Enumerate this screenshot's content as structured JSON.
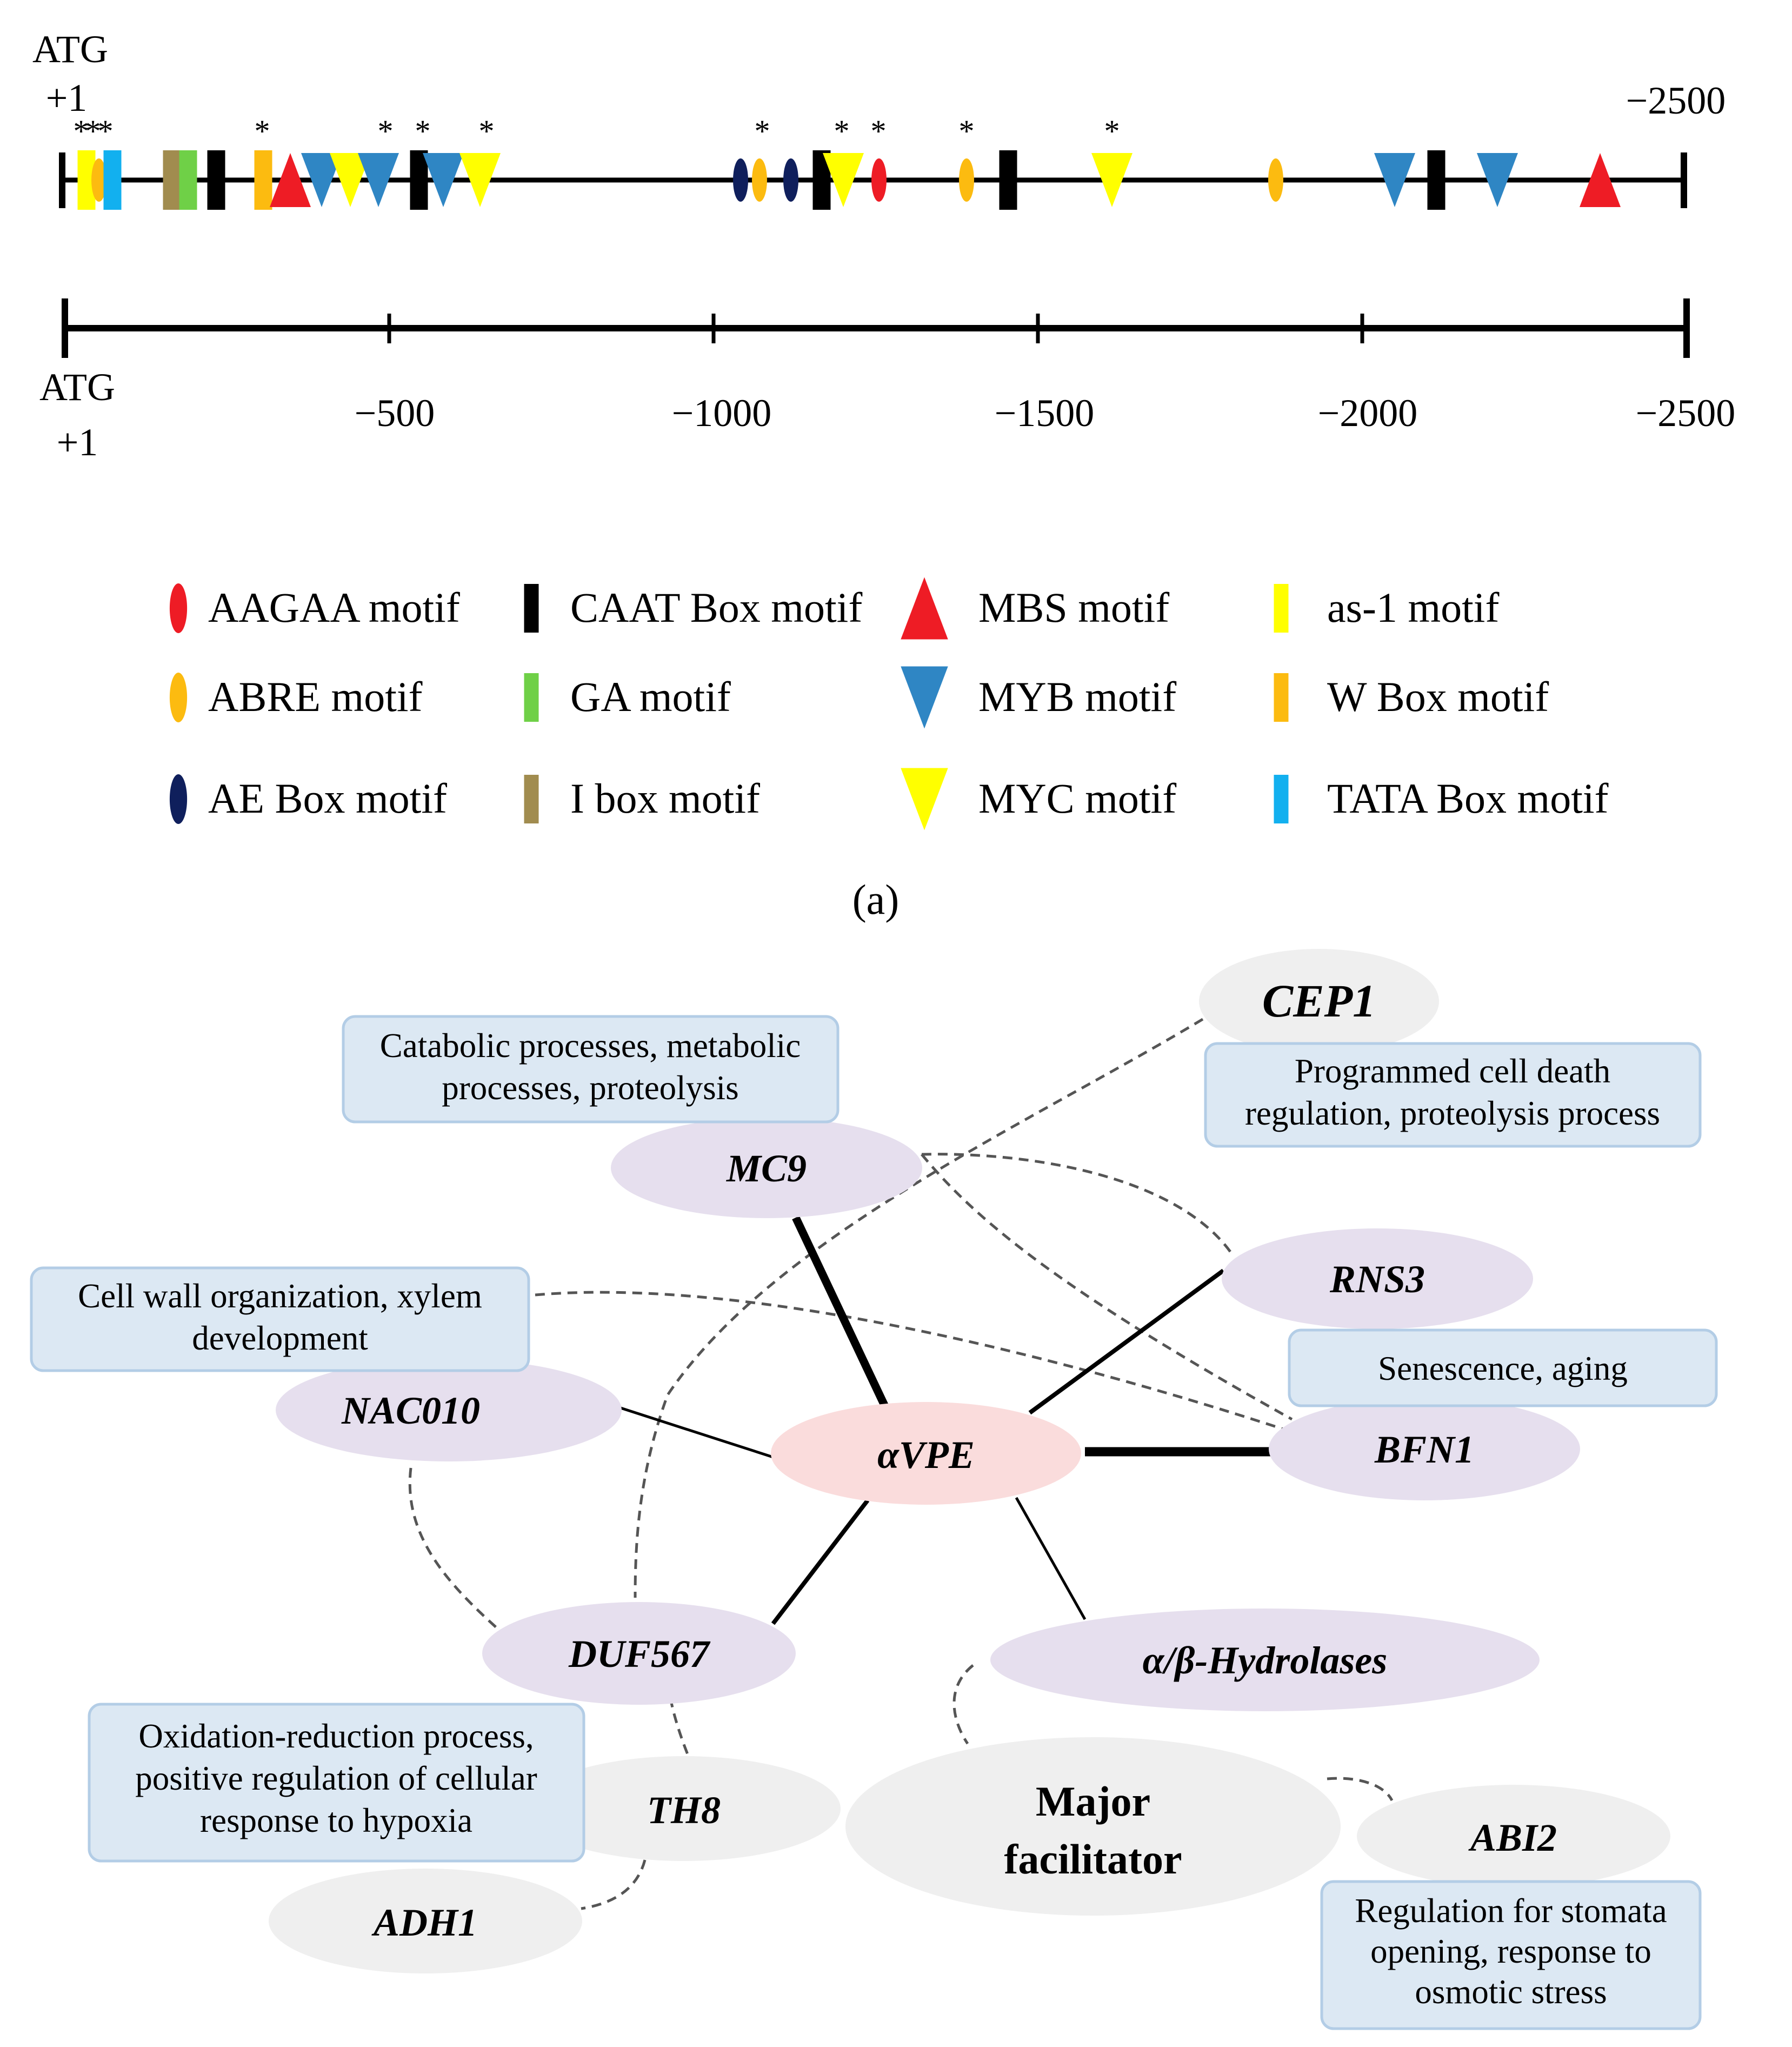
{
  "promoter": {
    "atg_label": "ATG",
    "start_label": "+1",
    "end_label": "−2500",
    "star": "*"
  },
  "scale": {
    "ticks": [
      "−500",
      "−1000",
      "−1500",
      "−2000",
      "−2500"
    ]
  },
  "legend": [
    {
      "label": "AAGAA motif",
      "shape": "ellipse",
      "color": "#ee1c25"
    },
    {
      "label": "ABRE motif",
      "shape": "ellipse",
      "color": "#fcbb10"
    },
    {
      "label": "AE Box motif",
      "shape": "ellipse",
      "color": "#0f1f5c"
    },
    {
      "label": "CAAT Box motif",
      "shape": "rect",
      "color": "#000000"
    },
    {
      "label": "GA motif",
      "shape": "rect",
      "color": "#6fd047"
    },
    {
      "label": "I box motif",
      "shape": "rect",
      "color": "#a18c4f"
    },
    {
      "label": "MBS motif",
      "shape": "tri-up",
      "color": "#ee1c25"
    },
    {
      "label": "MYB motif",
      "shape": "tri-down",
      "color": "#2f86c4"
    },
    {
      "label": "MYC motif",
      "shape": "tri-down",
      "color": "#ffff00"
    },
    {
      "label": "as-1  motif",
      "shape": "rect",
      "color": "#ffff00"
    },
    {
      "label": "W Box motif",
      "shape": "rect",
      "color": "#fcbb10"
    },
    {
      "label": "TATA Box motif",
      "shape": "rect",
      "color": "#12b0ef"
    }
  ],
  "panel_label": "(a)",
  "network": {
    "center": "αVPE",
    "nodes": {
      "mc9": "MC9",
      "cep1": "CEP1",
      "rns3": "RNS3",
      "bfn1": "BFN1",
      "nac010": "NAC010",
      "duf567": "DUF567",
      "hydrolases": "α/β-Hydrolases",
      "th8": "TH8",
      "adh1": "ADH1",
      "major1": "Major",
      "major2": "facilitator",
      "abi2": "ABI2"
    },
    "annotations": {
      "catabolic": [
        "Catabolic processes, metabolic",
        "processes, proteolysis"
      ],
      "pcd": [
        "Programmed cell death",
        "regulation, proteolysis process"
      ],
      "cellwall": [
        "Cell wall organization, xylem",
        "development"
      ],
      "senescence": [
        "Senescence, aging"
      ],
      "oxidation": [
        "Oxidation-reduction process,",
        "positive regulation of cellular",
        "response to hypoxia"
      ],
      "stomata": [
        "Regulation for stomata",
        "opening, response to",
        "osmotic stress"
      ]
    }
  },
  "colors": {
    "node_purple": "#e6dfee",
    "node_pink": "#fadcdc",
    "node_grey": "#efefef",
    "box_fill": "#dce8f3",
    "box_stroke": "#b3cde6"
  }
}
